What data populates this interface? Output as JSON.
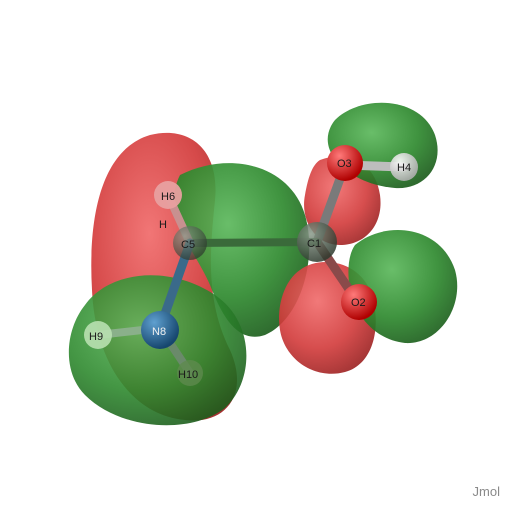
{
  "viewer": {
    "watermark": "Jmol",
    "lobe_positive_color": "#2f8a2f",
    "lobe_negative_color": "#d23a3a"
  },
  "atoms": {
    "c1": {
      "label": "C1",
      "element": "carbon"
    },
    "o2": {
      "label": "O2",
      "element": "oxygen"
    },
    "o3": {
      "label": "O3",
      "element": "oxygen"
    },
    "h4": {
      "label": "H4",
      "element": "hydrogen"
    },
    "c5": {
      "label": "C5",
      "element": "carbon"
    },
    "h6": {
      "label": "H6",
      "element": "hydrogen"
    },
    "h7": {
      "label": "H",
      "element": "hydrogen"
    },
    "n8": {
      "label": "N8",
      "element": "nitrogen"
    },
    "h9": {
      "label": "H9",
      "element": "hydrogen"
    },
    "h10": {
      "label": "H10",
      "element": "hydrogen"
    }
  }
}
